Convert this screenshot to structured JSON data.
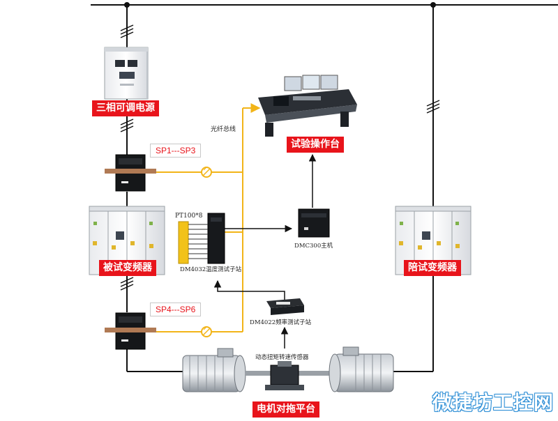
{
  "labels": {
    "power_source": "三相可调电源",
    "console": "试验操作台",
    "dut_inverter": "被试变频器",
    "load_inverter": "陪试变频器",
    "platform": "电机对拖平台",
    "sp_top": "SP1---SP3",
    "sp_bottom": "SP4---SP6",
    "fiber": "光纤总线",
    "pt100": "PT100*8",
    "dm4032": "DM4032温度测试子站",
    "dmc300": "DMC300主机",
    "dm4022": "DM4022频率测试子站",
    "torque": "动态扭矩转速传感器"
  },
  "colors": {
    "bus_line": "#111111",
    "fiber": "#f2b418",
    "label_bg": "#e8141b",
    "sp_text": "#e8141b",
    "watermark": "#2f8fd6"
  },
  "watermark": "微捷坊工控网"
}
